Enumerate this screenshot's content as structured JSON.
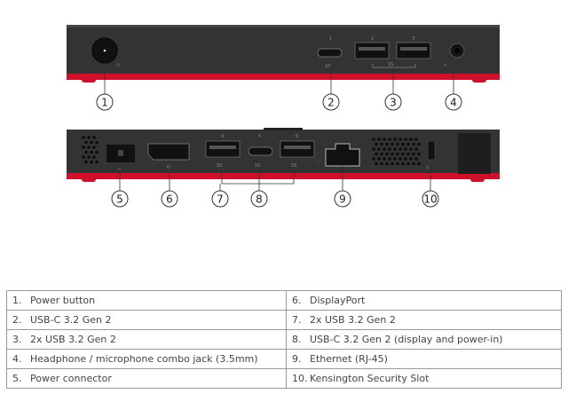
{
  "colors": {
    "body": "#2e2e2e",
    "accent_red": "#d0102a",
    "callout_stroke": "#333333",
    "table_border": "#9a9a9a"
  },
  "front_panel": {
    "port_numbers": [
      "1",
      "2",
      "3"
    ],
    "usb_c_label": "10",
    "usb_a_label": "SS",
    "callouts": [
      "1",
      "2",
      "3",
      "4"
    ]
  },
  "rear_panel": {
    "port_numbers": [
      "4",
      "5",
      "6"
    ],
    "usb_a_label": "SS",
    "usb_c_label": "10",
    "callouts": [
      "5",
      "6",
      "7",
      "8",
      "9",
      "10"
    ]
  },
  "legend": {
    "left": [
      {
        "num": "1.",
        "label": "Power button"
      },
      {
        "num": "2.",
        "label": "USB-C 3.2 Gen 2"
      },
      {
        "num": "3.",
        "label": "2x USB 3.2 Gen 2"
      },
      {
        "num": "4.",
        "label": "Headphone / microphone combo jack (3.5mm)"
      },
      {
        "num": "5.",
        "label": "Power connector"
      }
    ],
    "right": [
      {
        "num": "6.",
        "label": "DisplayPort"
      },
      {
        "num": "7.",
        "label": "2x USB 3.2 Gen 2"
      },
      {
        "num": "8.",
        "label": "USB-C 3.2 Gen 2 (display and power-in)"
      },
      {
        "num": "9.",
        "label": "Ethernet (RJ-45)"
      },
      {
        "num": "10.",
        "label": "Kensington Security Slot"
      }
    ]
  }
}
